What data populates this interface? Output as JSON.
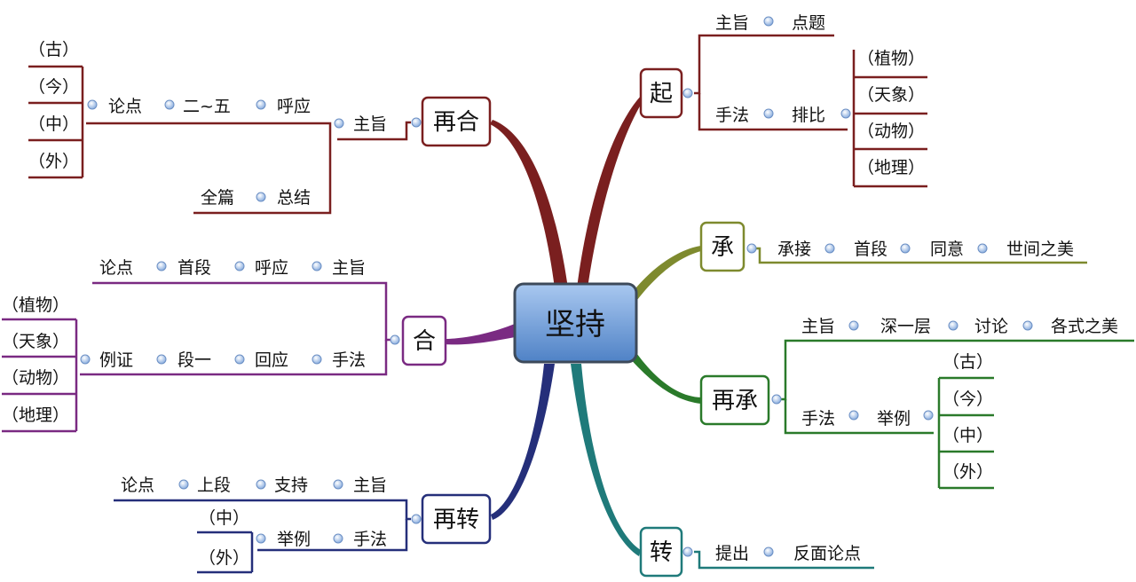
{
  "center": "坚持",
  "branches": {
    "qi": {
      "label": "起",
      "zhuzhi": "主旨",
      "dianti": "点题",
      "shoufa": "手法",
      "paibi": "排比",
      "items": [
        "（植物）",
        "（天象）",
        "（动物）",
        "（地理）"
      ]
    },
    "cheng": {
      "label": "承",
      "chain": [
        "承接",
        "首段",
        "同意",
        "世间之美"
      ]
    },
    "zaicheng": {
      "label": "再承",
      "top": [
        "主旨",
        "深一层",
        "讨论",
        "各式之美"
      ],
      "shoufa": "手法",
      "juli": "举例",
      "items": [
        "（古）",
        "（今）",
        "（中）",
        "（外）"
      ]
    },
    "zhuan": {
      "label": "转",
      "chain": [
        "提出",
        "反面论点"
      ]
    },
    "zaizhuan": {
      "label": "再转",
      "top": [
        "论点",
        "上段",
        "支持",
        "主旨"
      ],
      "bottom": [
        "举例",
        "手法"
      ],
      "items": [
        "（中）",
        "（外）"
      ]
    },
    "he": {
      "label": "合",
      "top": [
        "论点",
        "首段",
        "呼应",
        "主旨"
      ],
      "bottom": [
        "例证",
        "段一",
        "回应",
        "手法"
      ],
      "items": [
        "（植物）",
        "（天象）",
        "（动物）",
        "（地理）"
      ]
    },
    "zaihe": {
      "label": "再合",
      "zhuzhi": "主旨",
      "chain": [
        "论点",
        "二~五",
        "呼应"
      ],
      "quanpian": "全篇",
      "zongjie": "总结",
      "items": [
        "（古）",
        "（今）",
        "（中）",
        "（外）"
      ]
    }
  },
  "colors": {
    "qi": "#7a1f1f",
    "cheng": "#7e8a2e",
    "zaicheng": "#2a7a2a",
    "zhuan": "#1f7a7a",
    "zaizhuan": "#252f7a",
    "he": "#7a2a82",
    "zaihe": "#7a1f1f",
    "center_fill": "#5d8fd0",
    "center_border": "#3d4a5a",
    "dot": "#8fb4e8"
  }
}
